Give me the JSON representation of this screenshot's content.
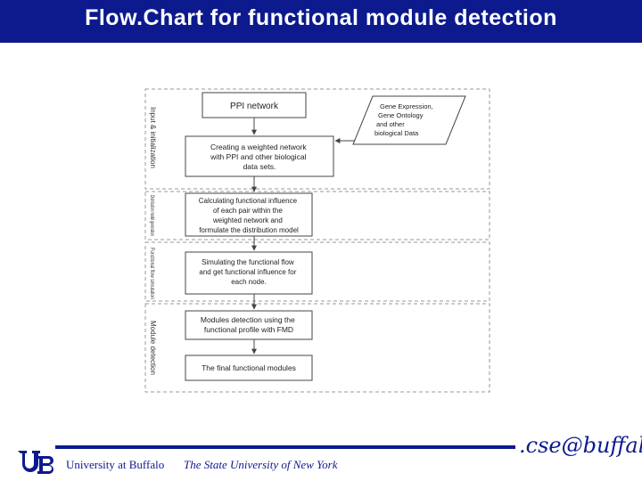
{
  "slide": {
    "title": "Flow.Chart for functional module detection"
  },
  "colors": {
    "title_bar": "#0c1a8e",
    "footer": "#0c1a8e"
  },
  "diagram": {
    "stages": {
      "input": "Input & initialization",
      "distribution": "Distribution model generation",
      "flow": "Functional flow simulation",
      "module": "Module detection"
    },
    "nodes": {
      "ppi": [
        "PPI network"
      ],
      "data": [
        "Gene Expression,",
        "Gene Ontology",
        "and other",
        "biological Data"
      ],
      "weighted": [
        "Creating a weighted network",
        "with PPI and other biological",
        "data sets."
      ],
      "influence": [
        "Calculating functional influence",
        "of each pair within the",
        "weighted network and",
        "formulate the distribution model"
      ],
      "simulate": [
        "Simulating the functional flow",
        "and get functional influence for",
        "each node."
      ],
      "detect": [
        "Modules detection using the",
        "functional profile with FMD"
      ],
      "final": [
        "The final functional modules"
      ]
    }
  },
  "footer": {
    "university": "University at Buffalo",
    "state": "The State University of New York",
    "cse_logo": ".cse@buffalo"
  }
}
